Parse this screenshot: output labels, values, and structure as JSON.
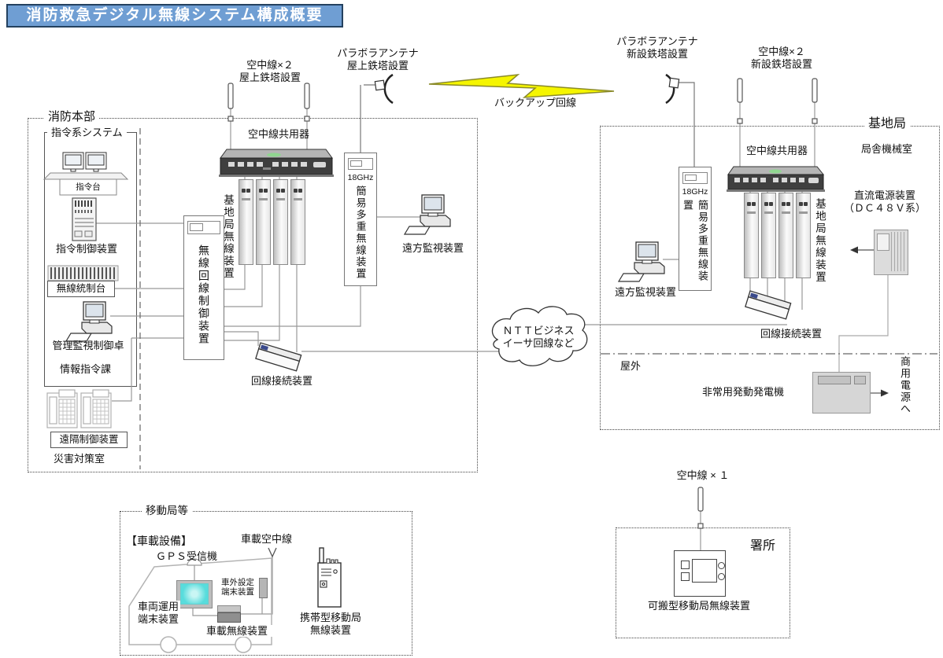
{
  "title": "消防救急デジタル無線システム構成概要",
  "colors": {
    "title_bg": "#6f9ed3",
    "title_border": "#24415f",
    "lightning": "#f5f500",
    "lightning_border": "#8a8a2a",
    "screen_cyan": "#58dcdc",
    "wire": "#999999"
  },
  "hq": {
    "name": "消防本部",
    "command_system_label": "指令系システム",
    "console_desk": "指令台",
    "command_controller": "指令制御装置",
    "radio_coordination_console": "無線統制台",
    "admin_monitor_console": "管理監視制御卓",
    "info_command_room": "情報指令課",
    "remote_controller": "遠隔制御装置",
    "disaster_room": "災害対策室",
    "line_controller": "無線回線制御装置",
    "antenna_combiner": "空中線共用器",
    "base_radio": "基地局無線装置",
    "antenna_line1": "空中線×２",
    "antenna_line2": "屋上鉄塔設置",
    "parabola_line1": "パラボラアンテナ",
    "parabola_line2": "屋上鉄塔設置",
    "mux_freq": "18GHz",
    "mux": "簡易多重無線装置",
    "remote_monitor": "遠方監視装置",
    "line_adapter": "回線接続装置"
  },
  "backup_line": "バックアップ回線",
  "cloud_line1": "ＮＴＴビジネス",
  "cloud_line2": "イーサ回線など",
  "base": {
    "name": "基地局",
    "machine_room": "局舎機械室",
    "antenna_line1": "空中線×２",
    "antenna_line2": "新設鉄塔設置",
    "parabola_line1": "パラボラアンテナ",
    "parabola_line2": "新設鉄塔設置",
    "antenna_combiner": "空中線共用器",
    "base_radio": "基地局無線装置",
    "mux_freq": "18GHz",
    "mux": "簡易多重無線装置",
    "remote_monitor": "遠方監視装置",
    "line_adapter": "回線接続装置",
    "dc_power_line1": "直流電源装置",
    "dc_power_line2": "（ＤＣ４８Ｖ系）",
    "outdoor": "屋外",
    "generator": "非常用発動発電機",
    "commercial_power": "商用電源へ"
  },
  "mobile": {
    "name": "移動局等",
    "vehicle_equipment": "【車載設備】",
    "gps": "ＧＰＳ受信機",
    "vehicle_antenna": "車載空中線",
    "outside_terminal_line1": "車外設定",
    "outside_terminal_line2": "端末装置",
    "vehicle_terminal_line1": "車両運用",
    "vehicle_terminal_line2": "端末装置",
    "vehicle_radio": "車載無線装置",
    "handheld_line1": "携帯型移動局",
    "handheld_line2": "無線装置"
  },
  "station": {
    "name": "署所",
    "antenna": "空中線 × １",
    "portable_radio": "可搬型移動局無線装置"
  }
}
